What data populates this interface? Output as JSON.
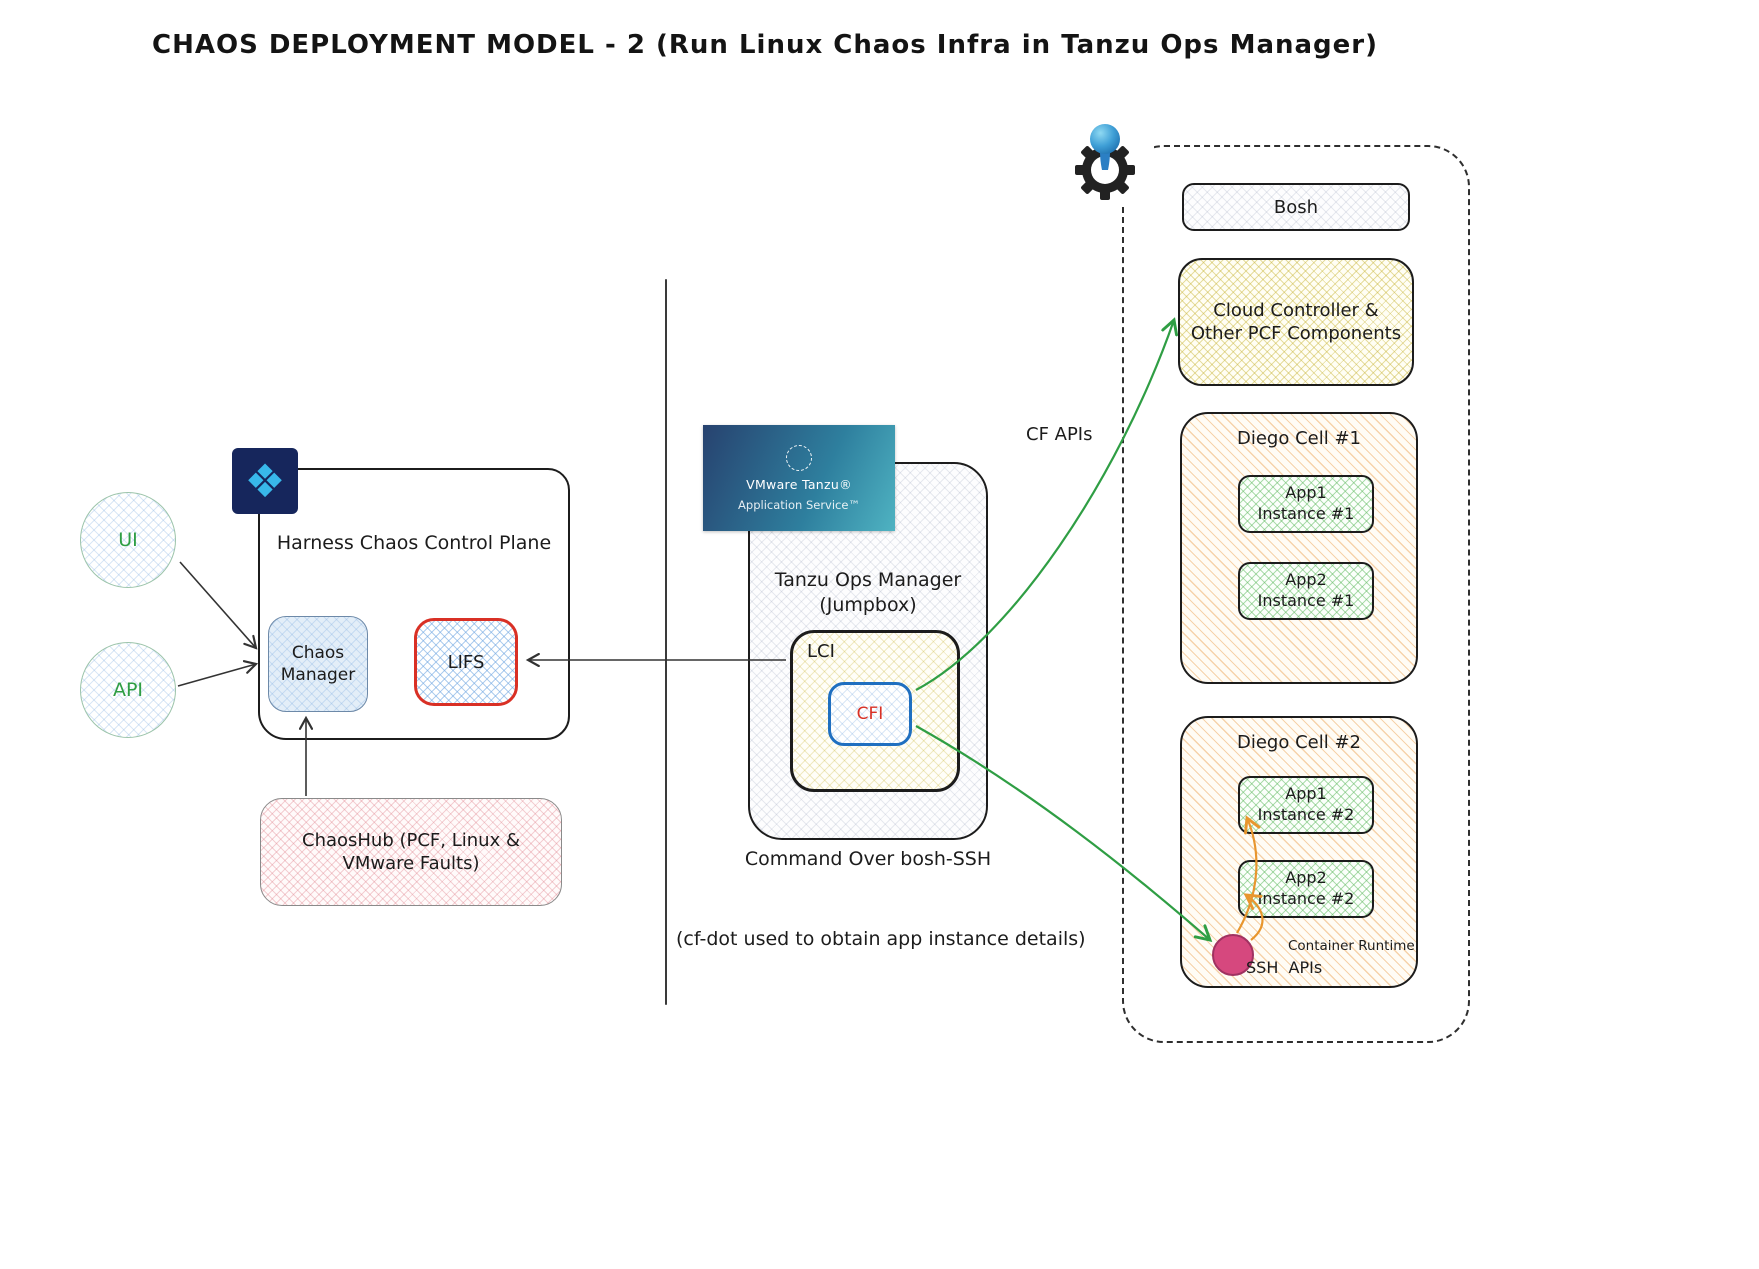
{
  "title": "CHAOS DEPLOYMENT MODEL - 2 (Run Linux Chaos Infra in Tanzu Ops Manager)",
  "left": {
    "ui": "UI",
    "api": "API",
    "control_plane_title": "Harness Chaos Control Plane",
    "chaos_manager": "Chaos\nManager",
    "lifs": "LIFS",
    "chaoshub": "ChaosHub (PCF, Linux &\nVMware Faults)"
  },
  "tanzu": {
    "logo_line1": "VMware Tanzu®",
    "logo_line2": "Application Service™",
    "box_title": "Tanzu Ops Manager\n(Jumpbox)",
    "lci": "LCI",
    "cfi": "CFI",
    "command": "Command Over bosh-SSH",
    "note": "(cf-dot used to obtain app instance details)"
  },
  "pcf": {
    "bosh": "Bosh",
    "cloud_controller": "Cloud Controller &\nOther PCF Components",
    "diego_cell_1": {
      "title": "Diego Cell #1",
      "app1": "App1\nInstance #1",
      "app2": "App2\nInstance #1"
    },
    "diego_cell_2": {
      "title": "Diego Cell #2",
      "app1": "App1\nInstance #2",
      "app2": "App2\nInstance #2"
    }
  },
  "arrow_labels": {
    "cf_apis": "CF APIs",
    "ssh_apis": "SSH  APIs",
    "container_runtime": "Container Runtime"
  },
  "icons": {
    "harness_glyph": "❖"
  },
  "colors": {
    "green_arrow": "#2f9e44",
    "orange_arrow": "#e8962e",
    "dark_arrow": "#333333",
    "lifs_border": "#d93025",
    "cfi_border": "#1f6fc0",
    "cfi_text": "#d93025",
    "ssh_node_fill": "#d6487e",
    "ui_api_text": "#2f9e44",
    "harness_navy": "#16265c",
    "harness_blue": "#38b8ea"
  }
}
